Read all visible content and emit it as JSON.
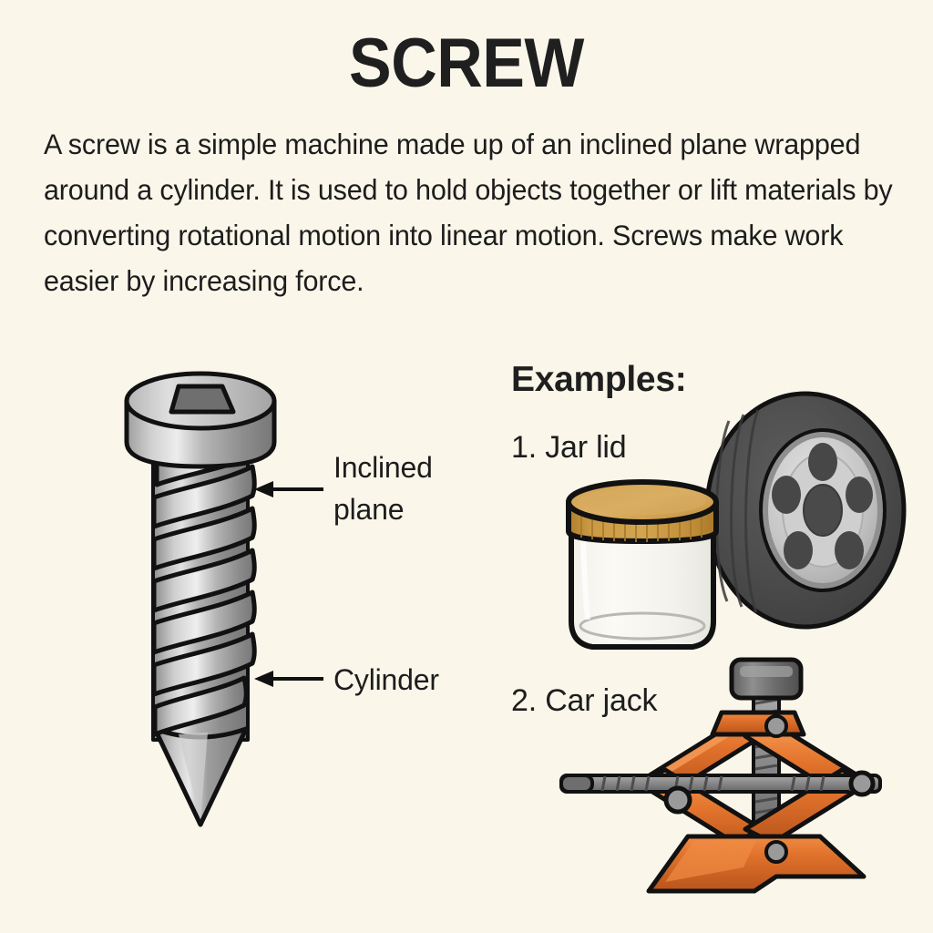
{
  "page": {
    "background_color": "#faf6ea",
    "text_color": "#1d1d1d"
  },
  "header": {
    "title": "SCREW"
  },
  "description": {
    "paragraph": "A screw is a simple machine made up of an inclined plane wrapped around a cylinder. It is used to hold objects together or lift materials by converting rotational motion into linear motion. Screws make work easier by increasing force."
  },
  "diagram": {
    "subject": "screw",
    "callouts": [
      {
        "id": "inclined-plane",
        "label": "Inclined plane",
        "arrow": "left"
      },
      {
        "id": "cylinder",
        "label": "Cylinder",
        "arrow": "left"
      }
    ],
    "colors": {
      "metal_light": "#d2d2d2",
      "metal_mid": "#9a9a9a",
      "metal_dark": "#6f6f6f",
      "outline": "#111111"
    }
  },
  "examples": {
    "heading": "Examples:",
    "items": [
      {
        "number": "1.",
        "label": "1. Jar lid",
        "illustration": "glass-jar-with-screw-lid"
      },
      {
        "number": "2.",
        "label": "2. Car jack",
        "illustration": "orange-scissor-car-jack"
      }
    ],
    "illustration_colors": {
      "jar_lid": "#c8943c",
      "jar_lid_top": "#d5a75a",
      "jar_glass": "#f4f2ec",
      "tire_rubber": "#4a4a4a",
      "tire_rim": "#c9c9c9",
      "jack_orange": "#e0712b",
      "jack_orange_dark": "#b8541c",
      "jack_metal": "#8a8a8a"
    }
  }
}
